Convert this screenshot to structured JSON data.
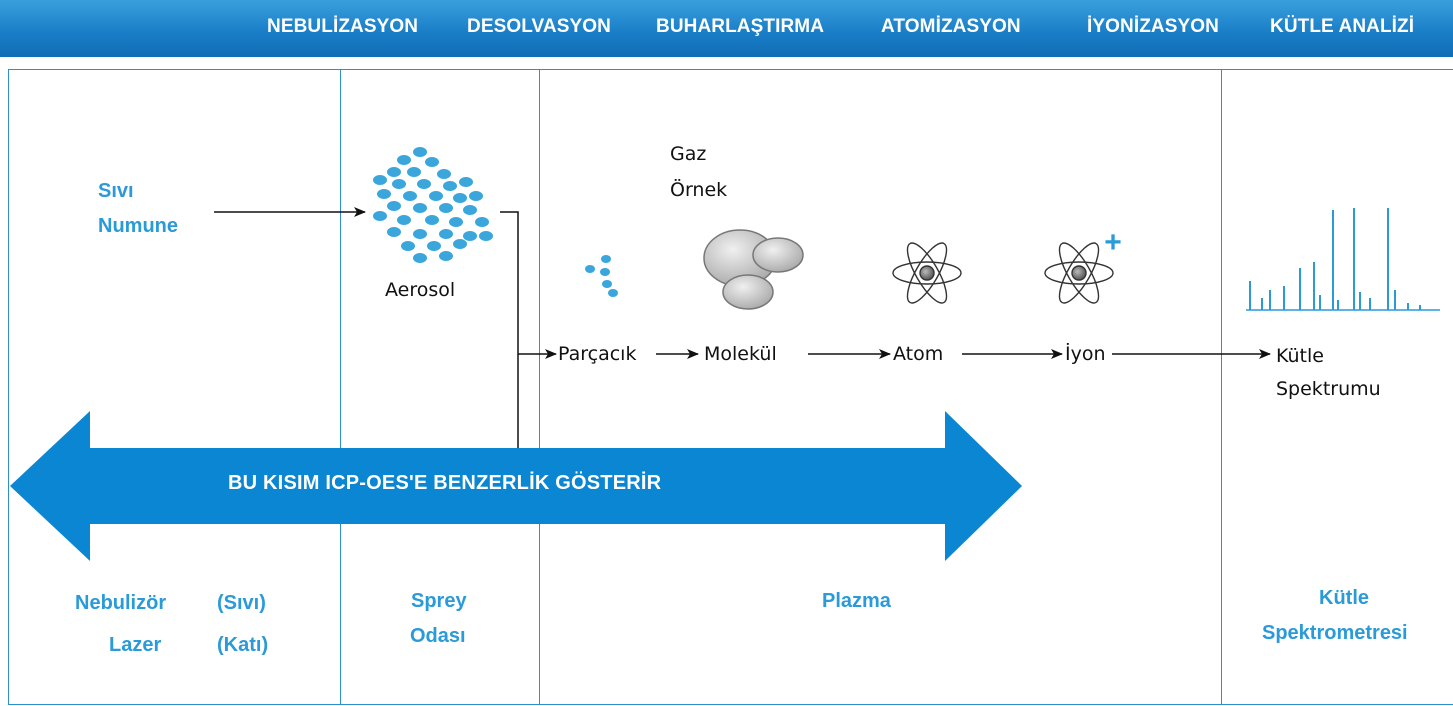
{
  "header": {
    "stages": [
      "NEBULİZASYON",
      "DESOLVASYON",
      "BUHARLAŞTIRMA",
      "ATOMİZASYON",
      "İYONİZASYON",
      "KÜTLE ANALİZİ"
    ]
  },
  "left": {
    "sample_line1": "Sıvı",
    "sample_line2": "Numune"
  },
  "aerosol": {
    "label": "Aerosol"
  },
  "gas_sample": {
    "line1": "Gaz",
    "line2": "Örnek"
  },
  "chain": {
    "particle": "Parçacık",
    "molecule": "Molekül",
    "atom": "Atom",
    "ion": "İyon",
    "spectrum_line1": "Kütle",
    "spectrum_line2": "Spektrumu"
  },
  "ion_charge": "+",
  "banner": {
    "text": "BU KISIM ICP-OES'E BENZERLİK GÖSTERİR"
  },
  "bottom": {
    "nebulizer": "Nebulizör",
    "liquid": "(Sıvı)",
    "laser": "Lazer",
    "solid": "(Katı)",
    "spray_line1": "Sprey",
    "spray_line2": "Odası",
    "plasma": "Plazma",
    "ms_line1": "Kütle",
    "ms_line2": "Spektrometresi"
  },
  "colors": {
    "header_blue": "#1a7fc8",
    "accent_blue": "#2a9ad8",
    "banner_blue": "#0a86d2",
    "frame_blue": "#2a90d0"
  }
}
